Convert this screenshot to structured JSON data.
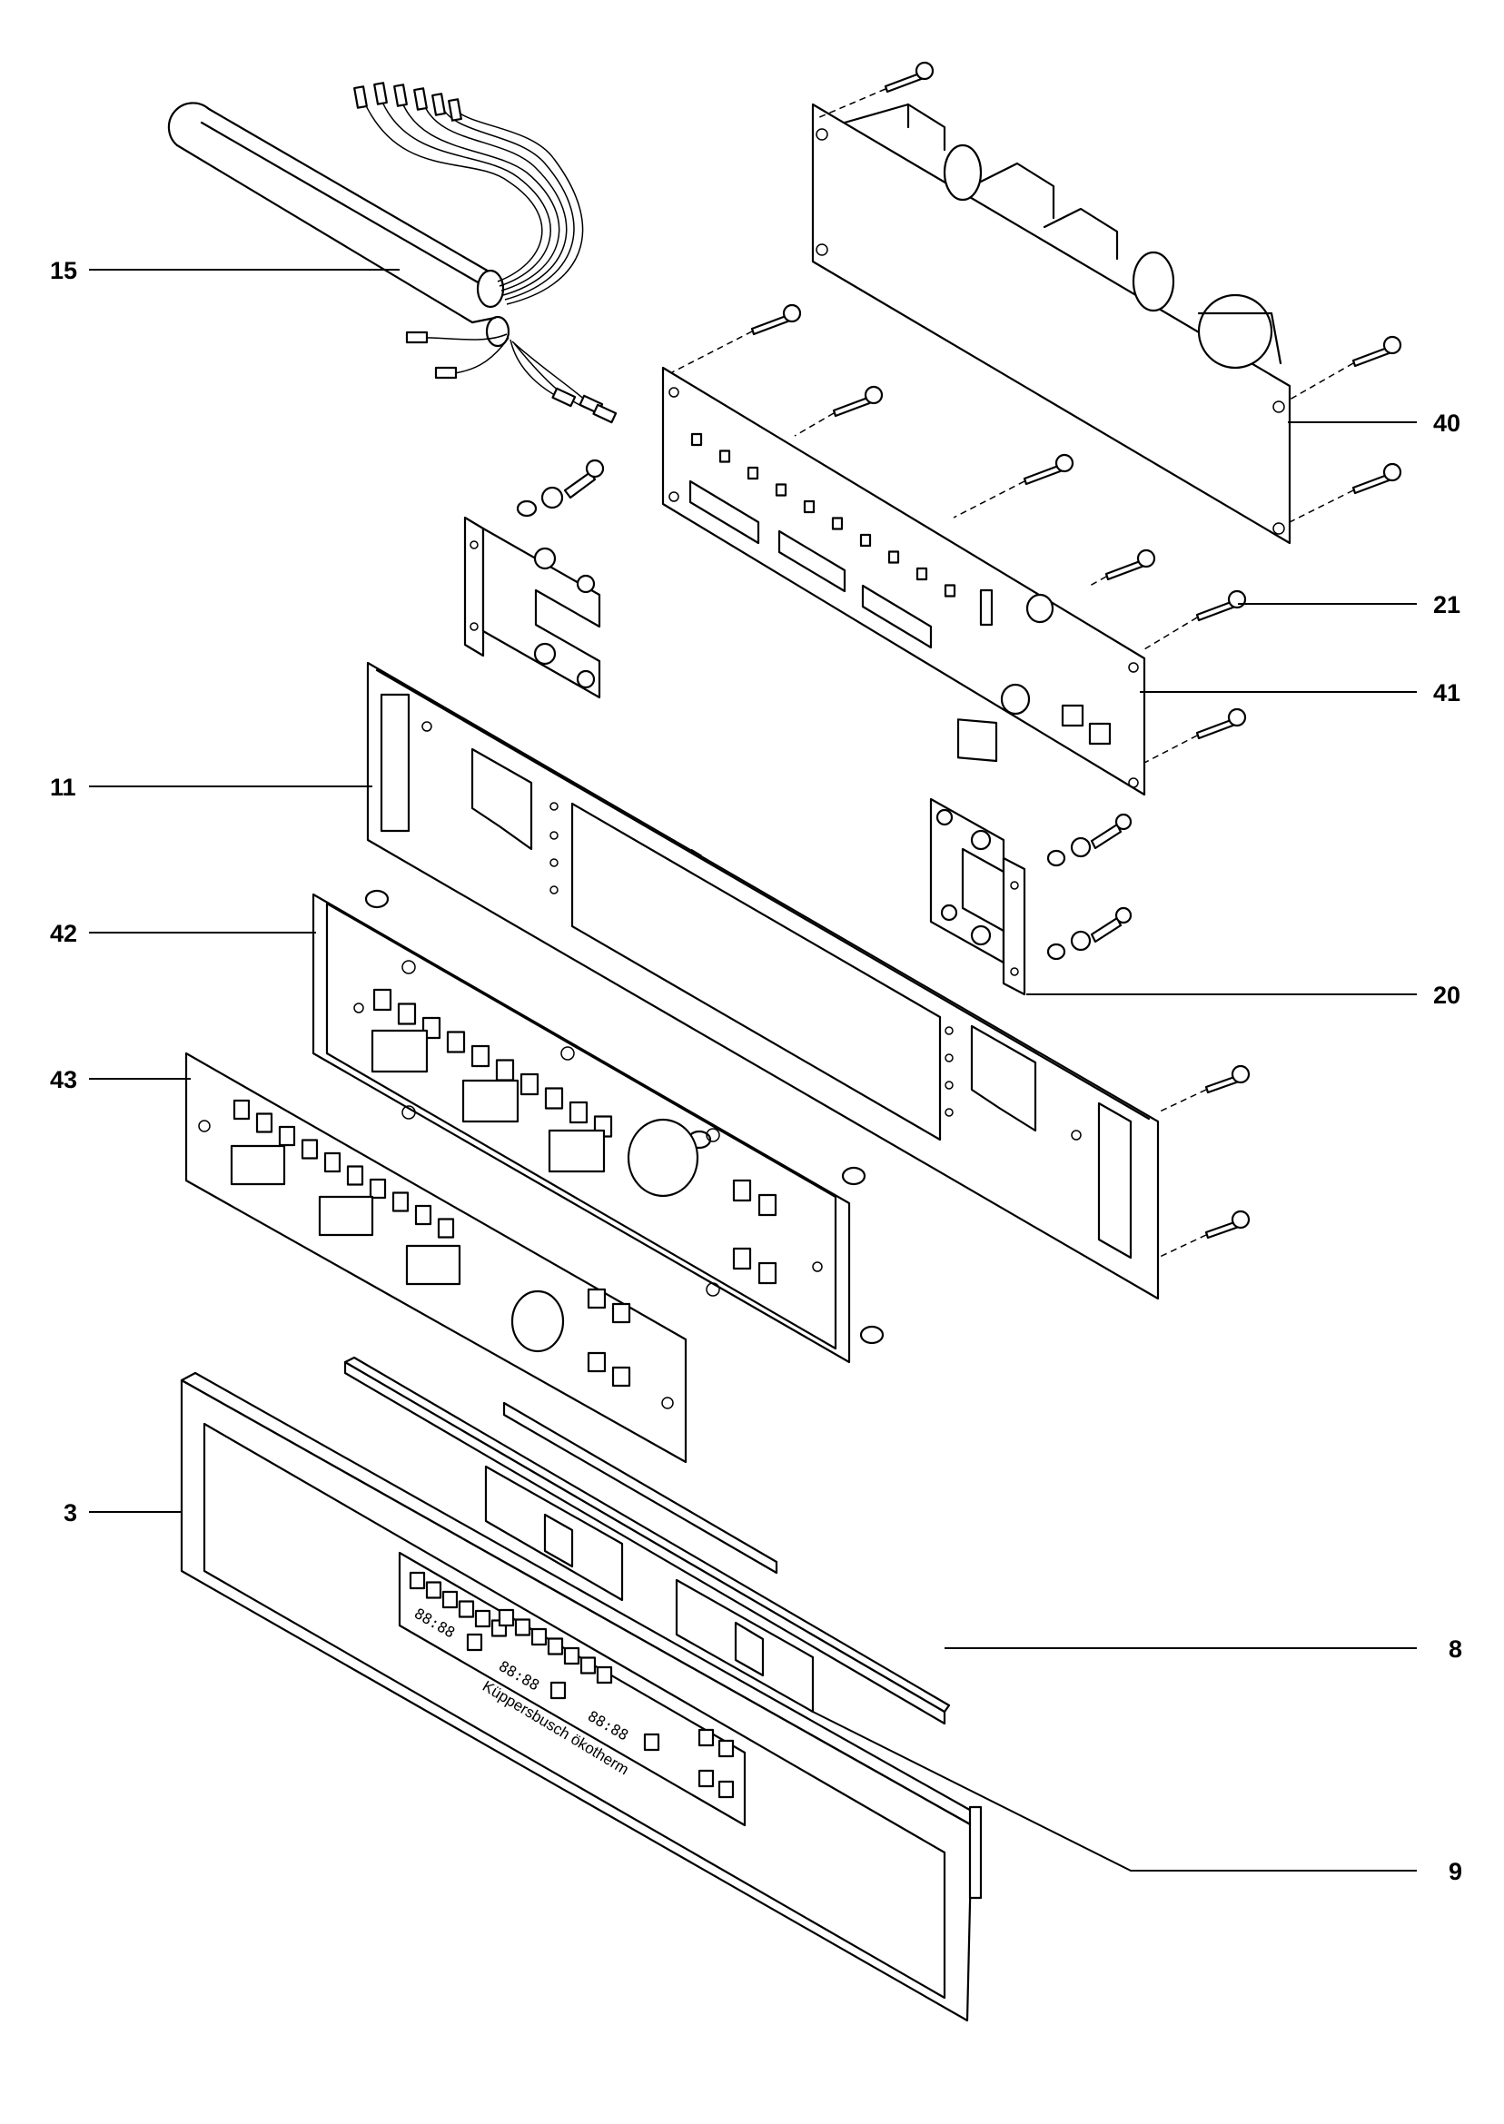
{
  "diagram": {
    "callouts": [
      {
        "id": "15",
        "text": "15"
      },
      {
        "id": "40",
        "text": "40"
      },
      {
        "id": "21",
        "text": "21"
      },
      {
        "id": "41",
        "text": "41"
      },
      {
        "id": "11",
        "text": "11"
      },
      {
        "id": "42",
        "text": "42"
      },
      {
        "id": "20",
        "text": "20"
      },
      {
        "id": "43",
        "text": "43"
      },
      {
        "id": "3",
        "text": "3"
      },
      {
        "id": "8",
        "text": "8"
      },
      {
        "id": "9",
        "text": "9"
      }
    ],
    "brand_text": "Küppersbusch ökotherm",
    "display_text": "88:88"
  }
}
